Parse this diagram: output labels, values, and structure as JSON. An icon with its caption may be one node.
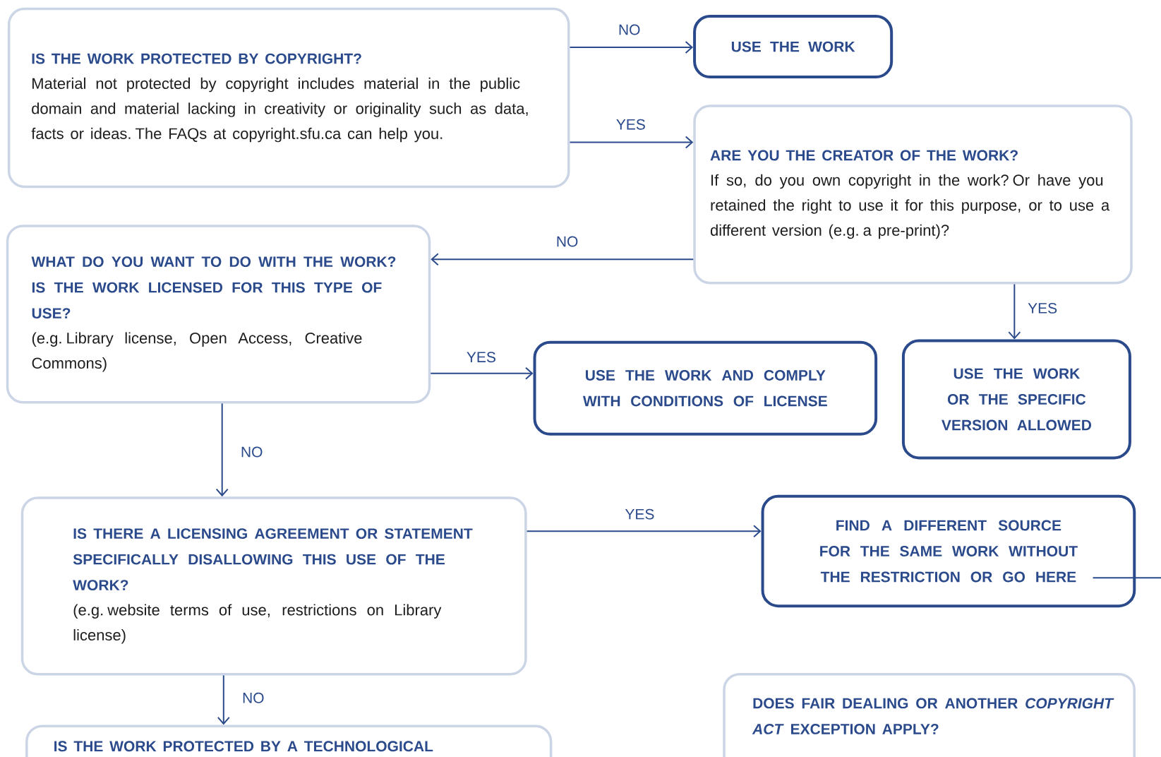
{
  "diagram": {
    "nodes": [
      {
        "text": [
          "IS THE WORK PROTECTED BY COPYRIGHT?",
          "Material not protected by copyright includes material in the public domain and material lacking in creativity or originality such as data, facts or ideas. The FAQs at copyright.sfu.ca can help you."
        ]
      },
      {
        "text": [
          "USE THE WORK"
        ]
      },
      {
        "text": [
          "ARE YOU THE CREATOR OF THE WORK?",
          "If so, do you own copyright in the work? Or have you retained the right to use it for this purpose, or to use a different version (e.g. a pre-print)?"
        ]
      },
      {
        "text": [
          "WHAT DO YOU WANT TO DO WITH THE WORK? IS THE WORK LICENSED FOR THIS TYPE OF USE?",
          "(e.g. Library license, Open Access, Creative Commons)"
        ]
      },
      {
        "text": [
          "USE THE WORK AND COMPLY WITH CONDITIONS OF LICENSE"
        ]
      },
      {
        "text": [
          "USE THE WORK OR THE SPECIFIC VERSION ALLOWED"
        ]
      },
      {
        "text": [
          "IS THERE A LICENSING AGREEMENT OR STATEMENT SPECIFICALLY DISALLOWING THIS USE OF THE WORK?",
          "(e.g. website terms of use, restrictions on Library license)"
        ]
      },
      {
        "text": [
          "FIND A DIFFERENT SOURCE FOR THE SAME WORK WITHOUT THE RESTRICTION OR GO HERE"
        ]
      },
      {
        "text": [
          "IS THE WORK PROTECTED BY A TECHNOLOGICAL"
        ]
      },
      {
        "text": [
          "DOES FAIR DEALING OR ANOTHER *COPYRIGHT ACT* EXCEPTION APPLY?"
        ]
      }
    ],
    "edges": [
      {
        "from": 0,
        "to": 1,
        "arrow": "to",
        "label": "NO"
      },
      {
        "from": 0,
        "to": 2,
        "arrow": "to",
        "label": "YES"
      },
      {
        "from": 2,
        "to": 3,
        "arrow": "to",
        "label": "NO"
      },
      {
        "from": 2,
        "to": 5,
        "arrow": "to",
        "label": "YES"
      },
      {
        "from": 3,
        "to": 4,
        "arrow": "to",
        "label": "YES"
      },
      {
        "from": 3,
        "to": 6,
        "arrow": "to",
        "label": "NO"
      },
      {
        "from": 6,
        "to": 7,
        "arrow": "to",
        "label": "YES"
      },
      {
        "from": 6,
        "to": 8,
        "arrow": "to",
        "label": "NO"
      },
      {
        "from": 7,
        "to": null,
        "arrow": "none"
      }
    ]
  }
}
